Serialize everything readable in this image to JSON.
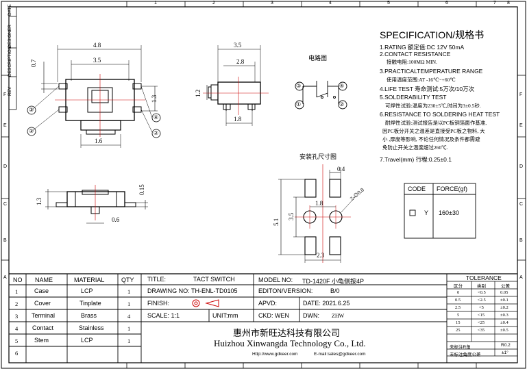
{
  "border": {
    "top_numbers": [
      "1",
      "2",
      "3",
      "4",
      "5",
      "6",
      "7",
      "8"
    ],
    "side_letters": [
      "F",
      "E",
      "D",
      "C",
      "B",
      "A"
    ],
    "rev_columns": [
      "REV",
      "DESCRIPTION",
      "DESIGNER",
      "DATE"
    ]
  },
  "top_view": {
    "dim_width_outer": "4.8",
    "dim_width_inner": "3.5",
    "dim_left_small": "0.7",
    "dim_bottom": "1.6",
    "dim_right_side": "1.3",
    "pin_labels": [
      "①",
      "②",
      "③",
      "④"
    ]
  },
  "side_view": {
    "dim_width": "3.5",
    "dim_inner": "2.8",
    "dim_left": "1.2",
    "dim_bottom": "1.8"
  },
  "front_view": {
    "dim_height": "1.3",
    "dim_right": "0.15",
    "dim_bottom": "0.6"
  },
  "circuit": {
    "title": "电路图",
    "pins": [
      "③",
      "④",
      "①",
      "②"
    ]
  },
  "footprint": {
    "title": "安装孔尺寸图",
    "dim_top_right": "0.4",
    "dim_center": "1.8",
    "dim_hole": "2-∅0.8",
    "dim_left_inner": "3.5",
    "dim_left_outer": "5.1",
    "dim_bottom": "2.3"
  },
  "spec": {
    "title": "SPECIFICATION/规格书",
    "lines": [
      {
        "text": "1.RATING  额定值:DC 12V 50mA",
        "style": "main"
      },
      {
        "text": "2.CONTACT RESISTANCE",
        "style": "main"
      },
      {
        "text": "接触电阻:100MΩ  MIN.",
        "style": "sub"
      },
      {
        "text": "3.PRACTICALTEMPERATURE RANGE",
        "style": "main"
      },
      {
        "text": "使用温度范围:AT  -16℃~+60℃",
        "style": "sub"
      },
      {
        "text": "4.LIFE TEST  寿命测试:5万次/10万次",
        "style": "main"
      },
      {
        "text": "5.SOLDERABILITY TEST",
        "style": "main"
      },
      {
        "text": "可焊性试验:温度为230±5℃,时间为3±0.5秒.",
        "style": "sub"
      },
      {
        "text": "6.RESISTANCE TO SOLDERING HEAT TEST",
        "style": "main"
      },
      {
        "text": "耐焊性试验:测试报告是以PC板铜箔面作基准,",
        "style": "sub"
      },
      {
        "text": "因PC板分开关之温差是直接受PC板之物料, 大",
        "style": "sub"
      },
      {
        "text": "小 ,厚度等影响, 不论任何情况及条件都需避",
        "style": "sub"
      },
      {
        "text": "免防止开关之温度超过260℃.",
        "style": "sub"
      },
      {
        "text": "7.Travel(mm)  行程:0.25±0.1",
        "style": "main"
      }
    ]
  },
  "code_table": {
    "headers": [
      "CODE",
      "FORCE(gf)"
    ],
    "code": "Y",
    "force": "160±30"
  },
  "bom": {
    "headers": [
      "NO",
      "NAME",
      "MATERIAL",
      "QTY"
    ],
    "rows": [
      {
        "no": "1",
        "name": "Case",
        "material": "LCP",
        "qty": "1"
      },
      {
        "no": "2",
        "name": "Cover",
        "material": "Tinplate",
        "qty": "1"
      },
      {
        "no": "3",
        "name": "Terminal",
        "material": "Brass",
        "qty": "4"
      },
      {
        "no": "4",
        "name": "Contact",
        "material": "Stainless",
        "qty": "1"
      },
      {
        "no": "5",
        "name": "Stem",
        "material": "LCP",
        "qty": "1"
      },
      {
        "no": "6",
        "name": "",
        "material": "",
        "qty": ""
      }
    ]
  },
  "title_block": {
    "title_label": "TITLE:",
    "title_value": "TACT SWITCH",
    "model_label": "MODEL NO:",
    "model_value": "TD-1420F 小龟侧按4P",
    "drawing_no": "DRAWING NO: TH-ENL-TD0105",
    "edition_label": "EDITON/VERSION:",
    "edition_value": "B/0",
    "finish_label": "FINISH:",
    "apvd_label": "APVD:",
    "date_label": "DATE: 2021.6.25",
    "scale_label": "SCALE: 1:1",
    "unit_label": "UNIT:mm",
    "ckd_label": "CKD:  WEN",
    "dwn_label": "DWN:",
    "dwn_value": "ZHW",
    "company_cn": "惠州市新旺达科技有限公司",
    "company_en": "Huizhou Xinwangda Technology Co., Ltd.",
    "website": "Http://www.gdkeer.com",
    "email": "E-mail:sales@gdkeer.com"
  },
  "tolerance": {
    "title": "TOLERANCE",
    "headers": [
      "区分",
      "类别",
      "公差"
    ],
    "rows": [
      [
        "0",
        "<0.5",
        "0.05"
      ],
      [
        "0.5",
        "<2.5",
        "±0.1"
      ],
      [
        "2.5",
        "<5",
        "±0.2"
      ],
      [
        "5",
        "<15",
        "±0.3"
      ],
      [
        "15",
        "<25",
        "±0.4"
      ],
      [
        "25",
        "<35",
        "±0.5"
      ]
    ],
    "r_label": "未标注R角",
    "r_value": "R0.2",
    "angle_label": "未标注角度公差",
    "angle_value": "±1°"
  }
}
